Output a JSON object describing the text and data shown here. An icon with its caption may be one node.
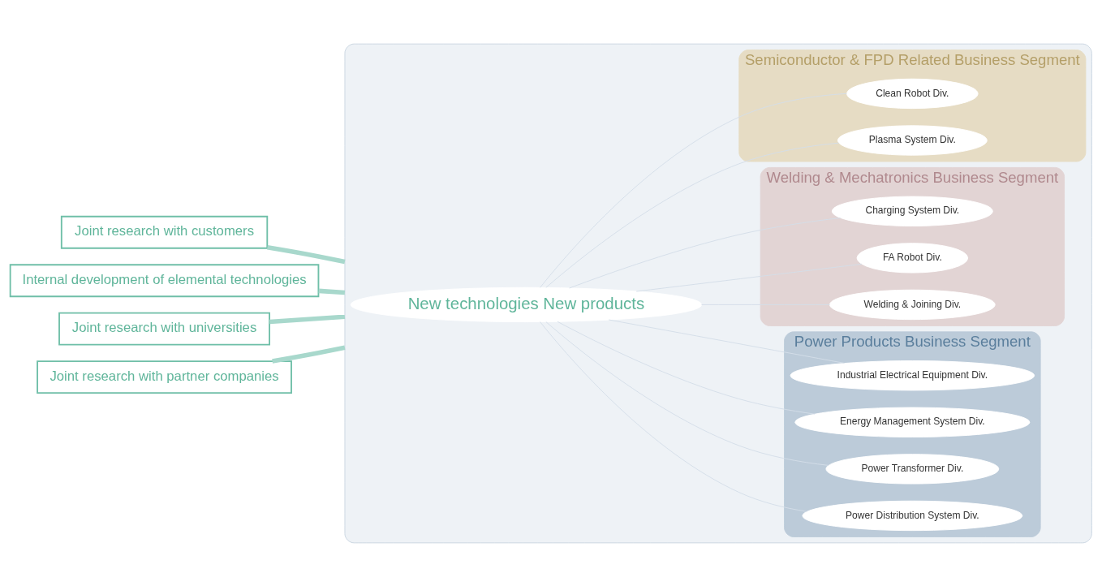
{
  "diagram": {
    "nodes": [
      {
        "text": [],
        "shape": "ellipse"
      },
      {
        "text": [
          "Power Products Business Segment"
        ],
        "in": 0
      },
      {
        "text": [
          "Industrial Electrical Equipment Div."
        ],
        "in": 1
      },
      {
        "text": [
          "Energy Management System Div."
        ],
        "in": 1
      },
      {
        "text": [
          "Power Transformer Div."
        ],
        "in": 1
      },
      {
        "text": [
          "Power Distribution System Div."
        ],
        "in": 1
      },
      {
        "text": [
          "Welding & Mechatronics Business Segment"
        ],
        "in": 0
      },
      {
        "text": [
          "Charging System Div."
        ],
        "in": 6
      },
      {
        "text": [
          "FA Robot Div."
        ],
        "in": 6
      },
      {
        "text": [
          "Welding & Joining Div."
        ],
        "in": 6
      },
      {
        "text": [
          "Semiconductor & FPD Related Business Segment"
        ],
        "in": 0
      },
      {
        "text": [
          "Clean Robot Div."
        ],
        "in": 10
      },
      {
        "text": [
          "Plasma System Div."
        ],
        "in": 10
      },
      {
        "text": [
          "New technologies New products"
        ],
        "in": 0
      },
      {
        "text": [
          "Joint research with customers"
        ]
      },
      {
        "text": [
          "Internal development of elemental technologies"
        ]
      },
      {
        "text": [
          "Joint research with universities"
        ]
      },
      {
        "text": [
          "Joint research with partner companies"
        ]
      }
    ],
    "edges": [
      {
        "from": 13,
        "to": 2,
        "arrow": "none"
      },
      {
        "from": 13,
        "to": 3,
        "arrow": "none"
      },
      {
        "from": 13,
        "to": 4,
        "arrow": "none"
      },
      {
        "from": 13,
        "to": 5,
        "arrow": "none"
      },
      {
        "from": 13,
        "to": 7,
        "arrow": "none"
      },
      {
        "from": 13,
        "to": 8,
        "arrow": "none"
      },
      {
        "from": 13,
        "to": 9,
        "arrow": "none"
      },
      {
        "from": 13,
        "to": 11,
        "arrow": "none"
      },
      {
        "from": 13,
        "to": 12,
        "arrow": "none"
      },
      {
        "from": 14,
        "to": 0,
        "arrow": "none",
        "style": "thick",
        "color": "#a8d8cc"
      },
      {
        "from": 15,
        "to": 0,
        "arrow": "none",
        "style": "thick",
        "color": "#a8d8cc"
      },
      {
        "from": 16,
        "to": 0,
        "arrow": "none",
        "style": "thick",
        "color": "#a8d8cc"
      },
      {
        "from": 17,
        "to": 0,
        "arrow": "none",
        "style": "thick",
        "color": "#a8d8cc"
      }
    ]
  }
}
